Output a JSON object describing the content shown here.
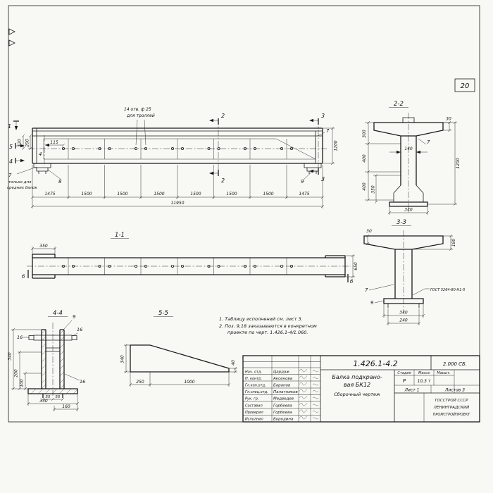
{
  "page": {
    "num": "20"
  },
  "ev": {
    "leader1": "14 отв. ф 25",
    "leader2": "для троллей",
    "d320": "320",
    "d200": "200",
    "d115": "115",
    "d1200": "1200",
    "dtotal": "11950",
    "segs": [
      "1475",
      "1500",
      "1500",
      "1500",
      "1500",
      "1500",
      "1500",
      "1475"
    ],
    "cut2t": "2",
    "cut2b": "2",
    "cut3t": "3",
    "cut3b": "3",
    "cut1": "1",
    "cut5": "5",
    "cut4": "4",
    "cut4i": "4",
    "p7r": "7",
    "p7l": "7",
    "p8": "8",
    "p9": "9",
    "fn1": "только для",
    "fn2": "средних балок"
  },
  "s22": {
    "title": "2-2",
    "d300": "300",
    "d400a": "400",
    "d400b": "400",
    "d350": "350",
    "d140": "140",
    "d340": "340",
    "d1200": "1200",
    "d30": "30",
    "p7": "7"
  },
  "s33": {
    "title": "3-3",
    "d30": "30",
    "d180": "180",
    "d340": "340",
    "d240": "240",
    "p7": "7",
    "p9": "9",
    "weld": "ГОСТ 5264-80-Н1-5"
  },
  "s11": {
    "title": "1-1",
    "d350": "350",
    "d650": "650",
    "bl": "б",
    "br": "б"
  },
  "s44": {
    "title": "4-4",
    "p9": "9",
    "p16a": "16",
    "p16b": "16",
    "p16c": "16",
    "d340l": "340",
    "d200": "200",
    "d100": "100",
    "d55a": "55",
    "d55b": "55",
    "d340b": "340",
    "d160": "160"
  },
  "s55": {
    "title": "5-5",
    "d340": "340",
    "d40": "40",
    "d250": "250",
    "d1000": "1000"
  },
  "notes": {
    "n1": "1. Таблицу исполнений см. лист 3.",
    "n2": "2. Поз. 9,18 заказываются в конкретном",
    "n3": "проекте по черт. 1.426.1-4/1.060."
  },
  "tb": {
    "num": "1.426.1-4.2",
    "code": "2.000 СБ.",
    "t1": "Балка подкрано-",
    "t2": "вая БК12",
    "sub": "Сборочный чертеж",
    "hstage": "Стадия",
    "hmass": "Масса",
    "hscale": "Масшт.",
    "stage": "Р",
    "mass": "10,3 т",
    "sheet": "Лист 1",
    "sheets": "Листов 3",
    "org1": "ГОССТРОЙ СССР",
    "org2": "ЛЕНИНГРАДСКИЙ",
    "org3": "ПРОМСТРОЙПРОЕКТ",
    "staff": [
      {
        "role": "Нач. отд.",
        "name": "Цардаж"
      },
      {
        "role": "Н. контр.",
        "name": "Аксенова"
      },
      {
        "role": "Гл.кон.отд.",
        "name": "Баранов"
      },
      {
        "role": "Гл.спец.отд.",
        "name": "Палатников"
      },
      {
        "role": "Рук. гр.",
        "name": "Медведев"
      },
      {
        "role": "Составил",
        "name": "Горбеева"
      },
      {
        "role": "Проверил",
        "name": "Горбеева"
      },
      {
        "role": "Исполнил",
        "name": "Бородина"
      }
    ]
  }
}
